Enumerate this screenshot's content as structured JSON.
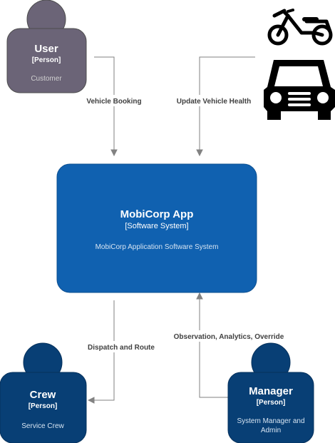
{
  "colors": {
    "user_fill": "#6b6477",
    "user_stroke": "#4d4d4d",
    "system_fill": "#1061b0",
    "system_stroke": "#0d5091",
    "staff_fill": "#083f75",
    "staff_stroke": "#06315c",
    "connector": "#828282",
    "edge_label": "#404040",
    "icon": "#000000"
  },
  "user": {
    "name": "User",
    "type": "[Person]",
    "description": "Customer"
  },
  "crew": {
    "name": "Crew",
    "type": "[Person]",
    "description": "Service Crew"
  },
  "manager": {
    "name": "Manager",
    "type": "[Person]",
    "description_lines": [
      "System Manager and",
      "Admin"
    ]
  },
  "system": {
    "name": "MobiCorp App",
    "type": "[Software System]",
    "description": "MobiCorp Application Software System"
  },
  "relations": {
    "vehicle_booking": "Vehicle Booking",
    "update_vehicle_health": "Update Vehicle Health",
    "dispatch_and_route": "Dispatch and Route",
    "observation": "Observation, Analytics, Override"
  },
  "icons": [
    "scooter-icon",
    "car-icon"
  ]
}
